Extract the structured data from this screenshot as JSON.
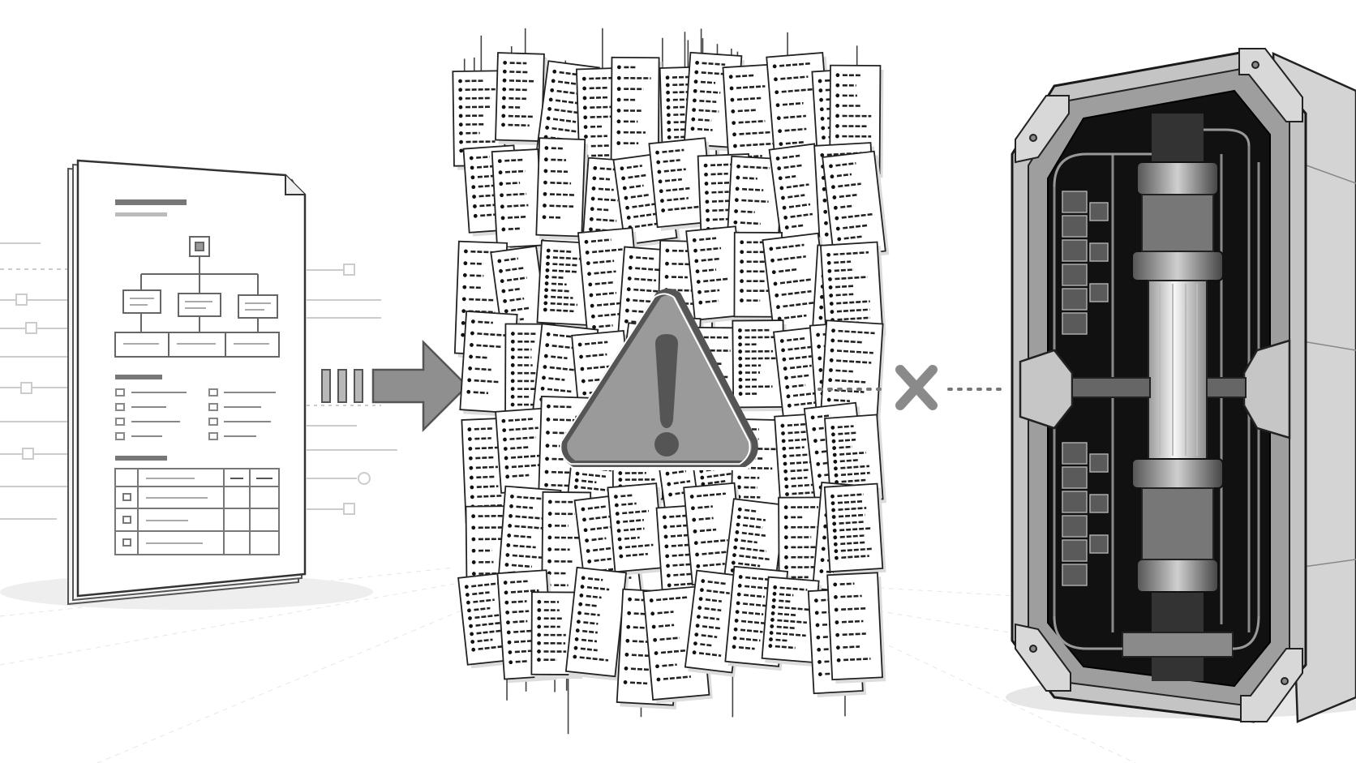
{
  "diagram": {
    "nodes": [
      {
        "id": "spec-document",
        "kind": "document-icon"
      },
      {
        "id": "page-swarm",
        "kind": "document-pile-icon"
      },
      {
        "id": "warning",
        "kind": "warning-triangle-icon"
      },
      {
        "id": "machine",
        "kind": "machine-cabinet-icon"
      }
    ],
    "connectors": [
      {
        "from": "spec-document",
        "to": "page-swarm",
        "kind": "arrow-right-icon"
      },
      {
        "from": "page-swarm",
        "to": "machine",
        "kind": "blocked-x-icon"
      }
    ]
  },
  "colors": {
    "ink": "#1a1a1a",
    "gray_mid": "#8a8a8a",
    "gray_light": "#cfcfcf",
    "warning_fill": "#9a9a9a",
    "warning_stroke": "#555555",
    "machine_dark": "#111111",
    "machine_body": "#bcbcbc"
  }
}
